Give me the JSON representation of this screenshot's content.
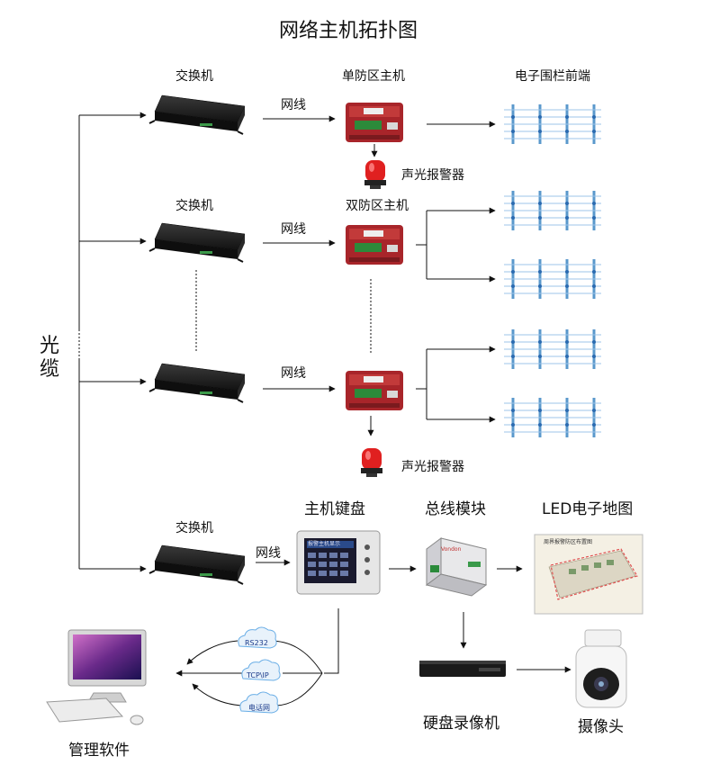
{
  "title": "网络主机拓扑图",
  "fiber_label": "光缆",
  "headers": {
    "switch": "交换机",
    "single_host": "单防区主机",
    "fence": "电子围栏前端"
  },
  "row1": {
    "cable": "网线",
    "alarm": "声光报警器"
  },
  "row2": {
    "switch": "交换机",
    "cable": "网线",
    "host": "双防区主机"
  },
  "row3": {
    "cable": "网线",
    "alarm": "声光报警器"
  },
  "row4": {
    "switch": "交换机",
    "cable": "网线",
    "keyboard": "主机键盘",
    "bus_module": "总线模块",
    "led_map": "LED电子地图",
    "dvr": "硬盘录像机",
    "camera": "摄像头",
    "software": "管理软件"
  },
  "keyboard_screen": "报警主机显示",
  "map_title": "周界报警防区布置图",
  "bus_brand": "Vondon",
  "clouds": [
    "RS232",
    "TCP\\IP",
    "电话网"
  ],
  "colors": {
    "host_red": "#a8252a",
    "fence_blue": "#4a9ad8",
    "alarm_red": "#e02020",
    "cloud_blue": "#6aaee6"
  }
}
